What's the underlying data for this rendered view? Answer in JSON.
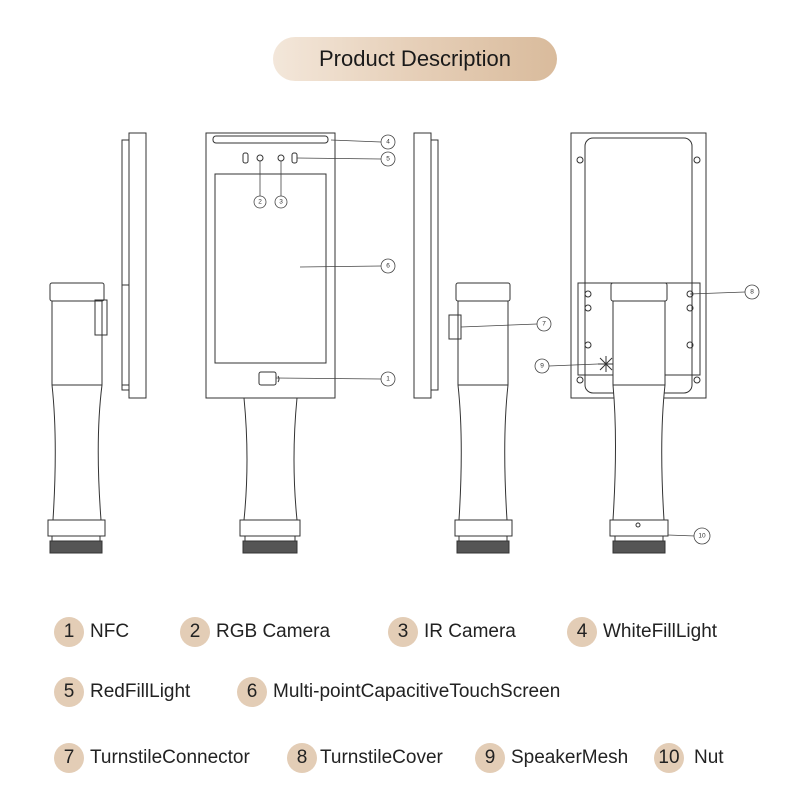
{
  "title": "Product Description",
  "callouts": [
    "1",
    "2",
    "3",
    "4",
    "5",
    "6",
    "7",
    "8",
    "9",
    "10"
  ],
  "legend": [
    {
      "num": "1",
      "label": "NFC"
    },
    {
      "num": "2",
      "label": "RGB Camera"
    },
    {
      "num": "3",
      "label": "IR Camera"
    },
    {
      "num": "4",
      "label": "WhiteFillLight"
    },
    {
      "num": "5",
      "label": "RedFillLight"
    },
    {
      "num": "6",
      "label": "Multi-pointCapacitiveTouchScreen"
    },
    {
      "num": "7",
      "label": "TurnstileConnector"
    },
    {
      "num": "8",
      "label": "TurnstileCover"
    },
    {
      "num": "9",
      "label": "SpeakerMesh"
    },
    {
      "num": "10",
      "label": "Nut"
    }
  ],
  "colors": {
    "accent": "#e3cdb6",
    "line": "#333333"
  }
}
